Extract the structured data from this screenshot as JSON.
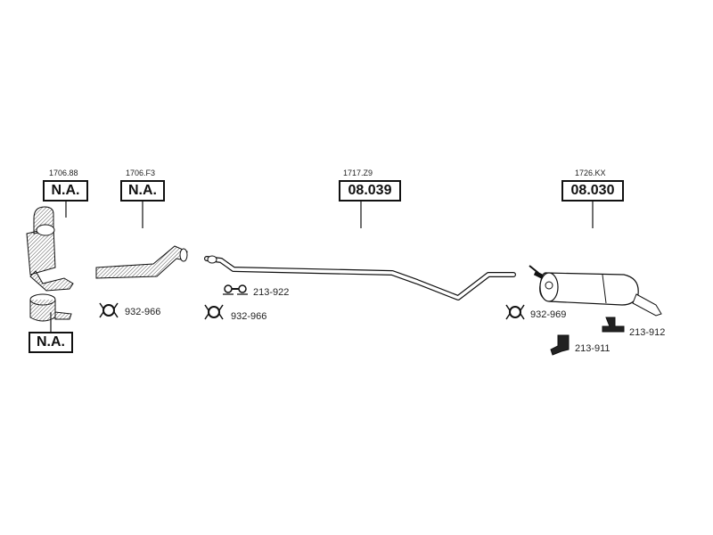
{
  "parts": [
    {
      "ref": "1706.88",
      "number": "N.A."
    },
    {
      "ref": "1706.F3",
      "number": "N.A."
    },
    {
      "ref": "1717.Z9",
      "number": "08.039"
    },
    {
      "ref": "1726.KX",
      "number": "08.030"
    }
  ],
  "bottom_box": "N.A.",
  "accessories": [
    {
      "code": "932-966"
    },
    {
      "code": "213-922"
    },
    {
      "code": "932-966"
    },
    {
      "code": "932-969"
    },
    {
      "code": "213-912"
    },
    {
      "code": "213-911"
    }
  ],
  "colors": {
    "line": "#111111",
    "hatch": "#555555"
  }
}
